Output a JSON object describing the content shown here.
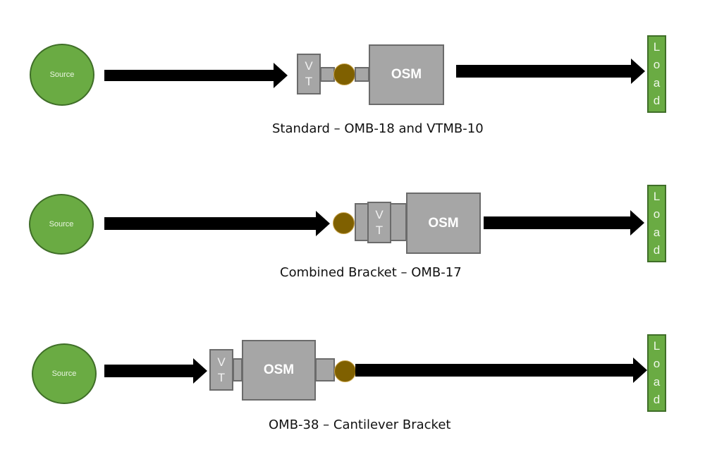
{
  "diagram": {
    "colors": {
      "source_fill": "#6aab43",
      "load_fill": "#6aab43",
      "component_fill": "#a6a6a6",
      "coupling_fill": "#7f6000",
      "arrow": "#000000"
    },
    "rows": [
      {
        "id": "standard",
        "source_label": "Source",
        "vt_letters": [
          "V",
          "T"
        ],
        "osm_label": "OSM",
        "load_letters": [
          "L",
          "o",
          "a",
          "d"
        ],
        "caption": "Standard – OMB-18 and VTMB-10"
      },
      {
        "id": "combined",
        "source_label": "Source",
        "vt_letters": [
          "V",
          "T"
        ],
        "osm_label": "OSM",
        "load_letters": [
          "L",
          "o",
          "a",
          "d"
        ],
        "caption": "Combined Bracket – OMB-17"
      },
      {
        "id": "cantilever",
        "source_label": "Source",
        "vt_letters": [
          "V",
          "T"
        ],
        "osm_label": "OSM",
        "load_letters": [
          "L",
          "o",
          "a",
          "d"
        ],
        "caption": "OMB-38 – Cantilever Bracket"
      }
    ]
  }
}
